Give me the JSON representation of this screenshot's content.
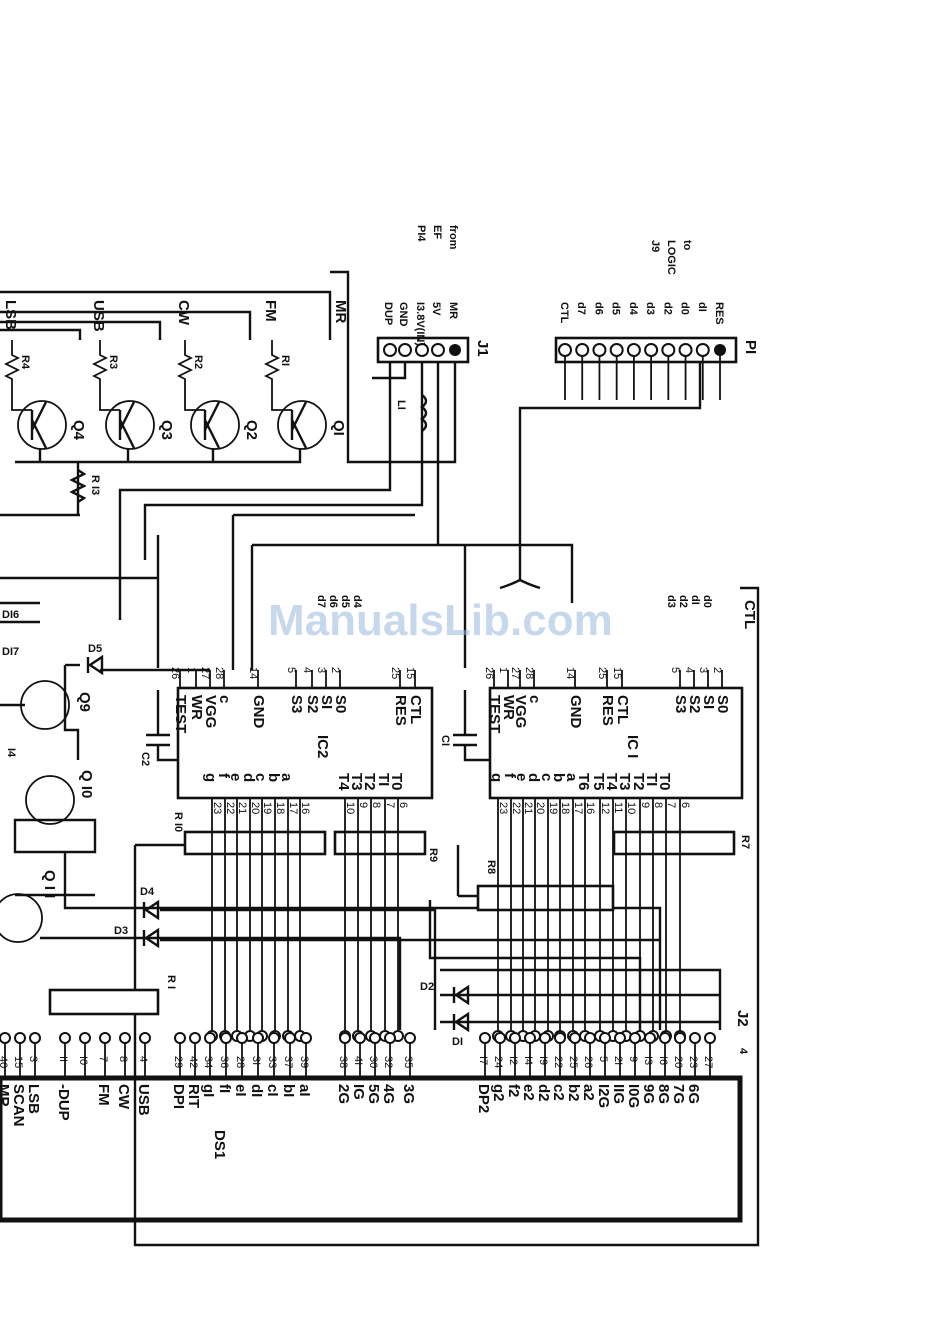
{
  "watermark": "ManualsLib.com",
  "connectors": {
    "j1": {
      "name": "J1",
      "source": [
        "from",
        "EF",
        "PI4"
      ],
      "pins": [
        "MR",
        "5V",
        "I3.8V(IN)",
        "GND",
        "DUP"
      ]
    },
    "p1": {
      "name": "PI",
      "dest": [
        "to",
        "LOGIC",
        "J9"
      ],
      "pins": [
        "RES",
        "dI",
        "d0",
        "d2",
        "d3",
        "d4",
        "d5",
        "d6",
        "d7",
        "CTL"
      ]
    },
    "j2": {
      "name": "J2",
      "pin": "4"
    }
  },
  "ic1": {
    "name": "IC I",
    "top_pins": [
      {
        "num": "26",
        "label": "TEST"
      },
      {
        "num": "1",
        "label": "WR"
      },
      {
        "num": "27",
        "label": "VGG"
      },
      {
        "num": "28",
        "label": "c"
      },
      {
        "num": "14",
        "label": "GND"
      },
      {
        "num": "25",
        "label": "RES"
      },
      {
        "num": "15",
        "label": "CTL"
      },
      {
        "num": "5",
        "label": "S3"
      },
      {
        "num": "4",
        "label": "S2"
      },
      {
        "num": "3",
        "label": "SI"
      },
      {
        "num": "2",
        "label": "S0"
      }
    ],
    "bottom_pins": [
      {
        "num": "23",
        "label": "g"
      },
      {
        "num": "22",
        "label": "f"
      },
      {
        "num": "21",
        "label": "e"
      },
      {
        "num": "20",
        "label": "d"
      },
      {
        "num": "19",
        "label": "c"
      },
      {
        "num": "18",
        "label": "b"
      },
      {
        "num": "17",
        "label": "a"
      },
      {
        "num": "16",
        "label": "T6"
      },
      {
        "num": "12",
        "label": "T5"
      },
      {
        "num": "11",
        "label": "T4"
      },
      {
        "num": "10",
        "label": "T3"
      },
      {
        "num": "9",
        "label": "T2"
      },
      {
        "num": "8",
        "label": "TI"
      },
      {
        "num": "7",
        "label": "T0"
      },
      {
        "num": "6",
        "label": ""
      }
    ],
    "data_lines": [
      "d3",
      "d2",
      "dI",
      "d0"
    ]
  },
  "ic2": {
    "name": "IC2",
    "top_pins": [
      {
        "num": "26",
        "label": "TEST"
      },
      {
        "num": "1",
        "label": "WR"
      },
      {
        "num": "27",
        "label": "VGG"
      },
      {
        "num": "28",
        "label": "c"
      },
      {
        "num": "14",
        "label": "GND"
      },
      {
        "num": "5",
        "label": "S3"
      },
      {
        "num": "4",
        "label": "S2"
      },
      {
        "num": "3",
        "label": "SI"
      },
      {
        "num": "2",
        "label": "S0"
      },
      {
        "num": "25",
        "label": "RES"
      },
      {
        "num": "15",
        "label": "CTL"
      }
    ],
    "bottom_pins": [
      {
        "num": "23",
        "label": "g"
      },
      {
        "num": "22",
        "label": "f"
      },
      {
        "num": "21",
        "label": "e"
      },
      {
        "num": "20",
        "label": "d"
      },
      {
        "num": "19",
        "label": "c"
      },
      {
        "num": "18",
        "label": "b"
      },
      {
        "num": "17",
        "label": "a"
      },
      {
        "num": "16",
        "label": ""
      },
      {
        "num": "10",
        "label": "T4"
      },
      {
        "num": "9",
        "label": "T3"
      },
      {
        "num": "8",
        "label": "T2"
      },
      {
        "num": "7",
        "label": "TI"
      },
      {
        "num": "6",
        "label": "T0"
      }
    ],
    "data_lines": [
      "d7",
      "d6",
      "d5",
      "d4"
    ]
  },
  "transistors": [
    {
      "ref": "Q4",
      "res": "R4",
      "line": "LSB"
    },
    {
      "ref": "Q3",
      "res": "R3",
      "line": "USB"
    },
    {
      "ref": "Q2",
      "res": "R2",
      "line": "CW"
    },
    {
      "ref": "QI",
      "res": "RI",
      "line": "FM"
    }
  ],
  "mr_line": "MR",
  "misc": {
    "r13": "R I3",
    "l1": "LI",
    "c1": "CI",
    "c2": "C2",
    "r7": "R7",
    "r8": "R8",
    "r9": "R9",
    "r10": "R I0",
    "r11": "R I",
    "d1": "DI",
    "d2": "D2",
    "d3": "D3",
    "d4": "D4",
    "d5": "D5",
    "d16": "DI6",
    "d17": "DI7",
    "r14": "I4",
    "q9": "Q9",
    "q10": "Q I0",
    "q11": "Q I I",
    "ctl": "CTL"
  },
  "display": {
    "name": "DS1",
    "left_pins": [
      {
        "num": "40",
        "label": "MP"
      },
      {
        "num": "15",
        "label": "SCAN"
      },
      {
        "num": "3",
        "label": "LSB"
      },
      {
        "num": "II",
        "label": "-DUP"
      },
      {
        "num": "I0",
        "label": ""
      },
      {
        "num": "7",
        "label": "FM"
      },
      {
        "num": "8",
        "label": "CW"
      },
      {
        "num": "4",
        "label": "USB"
      }
    ],
    "mid_pins": [
      {
        "num": "29",
        "label": "DPI"
      },
      {
        "num": "42",
        "label": "RIT"
      },
      {
        "num": "34",
        "label": "gI"
      },
      {
        "num": "36",
        "label": "fI"
      },
      {
        "num": "28",
        "label": "eI"
      },
      {
        "num": "3I",
        "label": "dI"
      },
      {
        "num": "33",
        "label": "cI"
      },
      {
        "num": "37",
        "label": "bI"
      },
      {
        "num": "39",
        "label": "aI"
      },
      {
        "num": "38",
        "label": "2G"
      },
      {
        "num": "4I",
        "label": "IG"
      },
      {
        "num": "30",
        "label": "5G"
      },
      {
        "num": "32",
        "label": "4G"
      },
      {
        "num": "35",
        "label": "3G"
      }
    ],
    "right_pins": [
      {
        "num": "I7",
        "label": "DP2"
      },
      {
        "num": "24",
        "label": "g2"
      },
      {
        "num": "I2",
        "label": "f2"
      },
      {
        "num": "I4",
        "label": "e2"
      },
      {
        "num": "I9",
        "label": "d2"
      },
      {
        "num": "22",
        "label": "c2"
      },
      {
        "num": "25",
        "label": "b2"
      },
      {
        "num": "26",
        "label": "a2"
      },
      {
        "num": "5",
        "label": "I2G"
      },
      {
        "num": "2I",
        "label": "IIG"
      },
      {
        "num": "9",
        "label": "I0G"
      },
      {
        "num": "I3",
        "label": "9G"
      },
      {
        "num": "I6",
        "label": "8G"
      },
      {
        "num": "20",
        "label": "7G"
      },
      {
        "num": "23",
        "label": "6G"
      },
      {
        "num": "27",
        "label": ""
      }
    ]
  }
}
